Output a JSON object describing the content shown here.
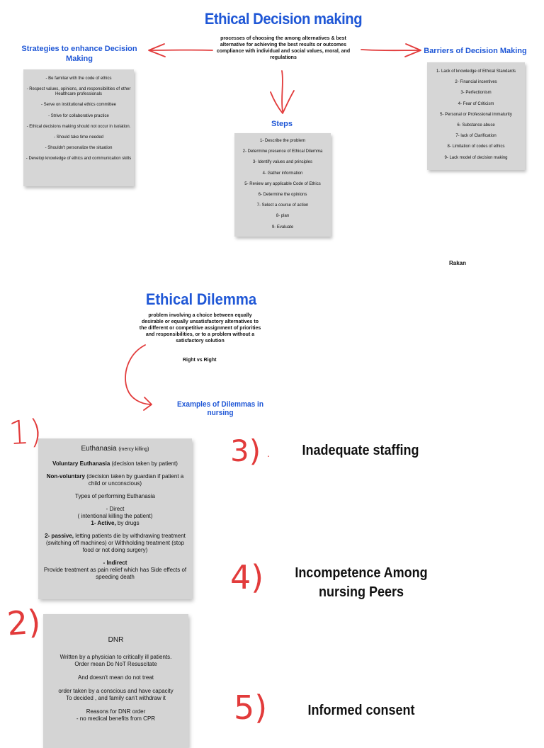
{
  "header": {
    "title": "Ethical Decision making",
    "definition": "processes of choosing the among alternatives & best alternative for achieving the best results or outcomes compliance with individual and social values, moral, and regulations"
  },
  "strategies": {
    "title": "Strategies to enhance Decision Making",
    "items": [
      "- Be familiar with the code of ethics",
      "- Respect values, opinions, and responsibilities of other Healthcare professionals",
      "- Serve on institutional ethics committee",
      "- Strive for collaborative practice",
      "- Ethical decisions making should not occur in isolation.",
      "- Should take time needed",
      "- Shouldn't personalize the situation",
      "- Develop knowledge of ethics and communication skills"
    ]
  },
  "barriers": {
    "title": "Barriers of Decision Making",
    "items": [
      "1- Lack of knowledge of Ethical Standards",
      "2- Financial incentives",
      "3- Perfectionism",
      "4- Fear of Criticism",
      "5- Personal or Professional immaturity",
      "6- Substance abuse",
      "7- lack of Clarification",
      "8- Limitation of codes of ethics",
      "9- Lack model of decision making"
    ]
  },
  "steps": {
    "title": "Steps",
    "items": [
      "1- Describe the problem",
      "2- Determine presence of Ethical Dilemma",
      "3- Identify values and principles",
      "4- Gather information",
      "5- Review any applicable Code of Ethics",
      "6- Determine the opinions",
      "7- Select a course of action",
      "8- plan",
      "9- Evaluate"
    ]
  },
  "author": "Rakan",
  "dilemma": {
    "title": "Ethical Dilemma",
    "definition": "problem involving a choice between equally desirable or equally unsatisfactory alternatives to the different or competitive assignment of priorities and responsibilities, or to a problem without a satisfactory solution",
    "right_vs_right": "Right vs Right",
    "examples_title": "Examples of Dilemmas in nursing"
  },
  "euthanasia": {
    "number": "1)",
    "title": "Euthanasia",
    "title_note": "(mercy killing)",
    "voluntary_label": "Voluntary Euthanasia",
    "voluntary_note": "(decision taken by patient)",
    "nonvoluntary_label": "Non-voluntary",
    "nonvoluntary_note": "(decision taken by guardian if patient a child or unconscious)",
    "types_heading": "Types of performing Euthanasia",
    "direct": "- Direct",
    "direct_note": "( intentional killing the patient)",
    "active_label": "1- Active,",
    "active_note": "by drugs",
    "passive_label": "2- passive,",
    "passive_note": "letting patients die by withdrawing treatment (switching off machines) or Withholding treatment (stop food or not doing surgery)",
    "indirect": "- Indirect",
    "indirect_note": "Provide treatment as pain relief which has Side effects of speeding death"
  },
  "dnr": {
    "number": "2)",
    "title": "DNR",
    "line1": "Written by a physician to critically ill patients.",
    "line2": "Order mean Do NoT Resuscitate",
    "line3": "And doesn't mean do not treat",
    "line4": "order taken by a conscious and have capacity",
    "line5": "To decided , and family can't withdraw it",
    "line6": "Reasons for DNR order",
    "line7": "- no medical benefits from CPR"
  },
  "examples": [
    {
      "number": "3)",
      "dot": ".",
      "label": "Inadequate staffing"
    },
    {
      "number": "4)",
      "label": "Incompetence Among nursing Peers"
    },
    {
      "number": "5)",
      "label": "Informed consent"
    }
  ],
  "colors": {
    "heading_blue": "#1f57d6",
    "arrow_red": "#e23b3b",
    "box_gray": "#d6d6d6"
  }
}
